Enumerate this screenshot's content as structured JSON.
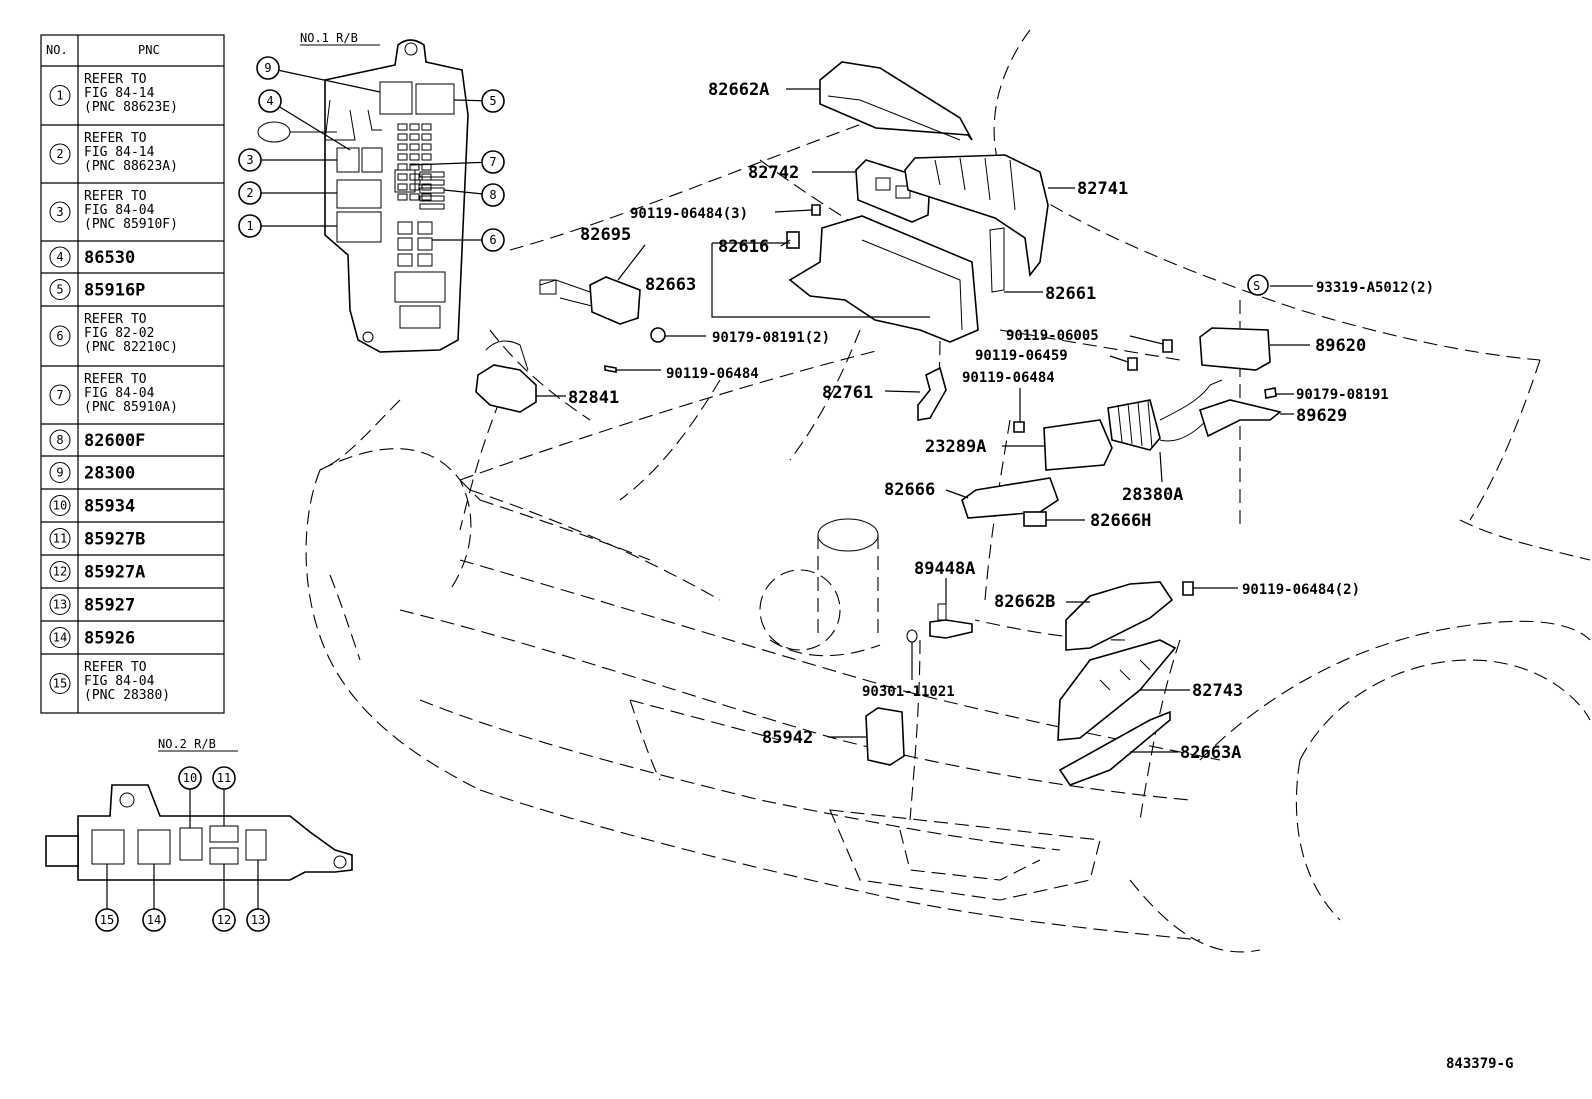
{
  "table": {
    "header_no": "NO.",
    "header_pnc": "PNC",
    "rows": [
      {
        "no": "1",
        "lines": [
          "REFER TO",
          "FIG 84-14",
          "(PNC 88623E)"
        ]
      },
      {
        "no": "2",
        "lines": [
          "REFER TO",
          "FIG 84-14",
          "(PNC 88623A)"
        ]
      },
      {
        "no": "3",
        "lines": [
          "REFER TO",
          "FIG 84-04",
          "(PNC 85910F)"
        ]
      },
      {
        "no": "4",
        "pnc": "86530"
      },
      {
        "no": "5",
        "pnc": "85916P"
      },
      {
        "no": "6",
        "lines": [
          "REFER TO",
          "FIG 82-02",
          "(PNC 82210C)"
        ]
      },
      {
        "no": "7",
        "lines": [
          "REFER TO",
          "FIG 84-04",
          "(PNC 85910A)"
        ]
      },
      {
        "no": "8",
        "pnc": "82600F"
      },
      {
        "no": "9",
        "pnc": "28300"
      },
      {
        "no": "10",
        "pnc": "85934"
      },
      {
        "no": "11",
        "pnc": "85927B"
      },
      {
        "no": "12",
        "pnc": "85927A"
      },
      {
        "no": "13",
        "pnc": "85927"
      },
      {
        "no": "14",
        "pnc": "85926"
      },
      {
        "no": "15",
        "lines": [
          "REFER TO",
          "FIG 84-04",
          "(PNC 28380)"
        ]
      }
    ]
  },
  "rb1": {
    "title": "NO.1 R/B",
    "callouts": [
      "9",
      "4",
      "3",
      "2",
      "1",
      "5",
      "7",
      "8",
      "6"
    ]
  },
  "rb2": {
    "title": "NO.2 R/B",
    "callouts": [
      "10",
      "11",
      "15",
      "14",
      "12",
      "13"
    ]
  },
  "parts": {
    "p82662A": "82662A",
    "p82742": "82742",
    "p82741": "82741",
    "p90119_06484_3": "90119-06484(3)",
    "p82695": "82695",
    "p82616": "82616",
    "p82663": "82663",
    "p82661": "82661",
    "p90179_08191_2": "90179-08191(2)",
    "p90119_06484_a": "90119-06484",
    "p82841": "82841",
    "p93319": "93319-A5012(2)",
    "s_symbol": "S",
    "p90119_06005": "90119-06005",
    "p90119_06459": "90119-06459",
    "p89620": "89620",
    "p82761": "82761",
    "p90119_06484_b": "90119-06484",
    "p90179_08191": "90179-08191",
    "p89629": "89629",
    "p23289A": "23289A",
    "p82666": "82666",
    "p28380A": "28380A",
    "p82666H": "82666H",
    "p89448A": "89448A",
    "p82662B": "82662B",
    "p90119_06484_2": "90119-06484(2)",
    "p90301": "90301-11021",
    "p82743": "82743",
    "p85942": "85942",
    "p82663A": "82663A"
  },
  "figure_id": "843379-G"
}
